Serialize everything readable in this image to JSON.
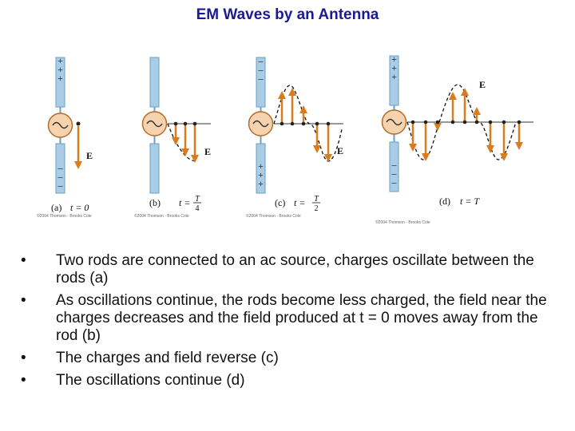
{
  "title": "EM Waves by an Antenna",
  "panels": [
    {
      "letter": "(a)",
      "time_expr": "t = 0",
      "credit": "©2004 Thomson - Brooks Cole",
      "top_signs": [
        "+",
        "+",
        "+"
      ],
      "bottom_signs": [
        "–",
        "–",
        "–"
      ],
      "field_label": "E"
    },
    {
      "letter": "(b)",
      "time_prefix": "t =",
      "frac_num": "T",
      "frac_den": "4",
      "credit": "©2004 Thomson - Brooks Cole",
      "field_label": "E"
    },
    {
      "letter": "(c)",
      "time_prefix": "t =",
      "frac_num": "T",
      "frac_den": "2",
      "credit": "©2004 Thomson - Brooks Cole",
      "top_signs": [
        "–",
        "–",
        "–"
      ],
      "bottom_signs": [
        "+",
        "+",
        "+"
      ],
      "field_label": "E"
    },
    {
      "letter": "(d)",
      "time_expr": "t = T",
      "credit": "©2004 Thomson - Brooks Cole",
      "top_signs": [
        "+",
        "+",
        "+"
      ],
      "bottom_signs": [
        "–",
        "–",
        "–"
      ],
      "field_label": "E"
    }
  ],
  "bullets": [
    {
      "marker": "•",
      "text": "Two rods are connected to an ac source, charges oscillate between the rods (a)"
    },
    {
      "marker": "•",
      "text": "As oscillations continue, the rods become less charged, the field near the charges decreases and the field produced at t = 0 moves away from the rod (b)"
    },
    {
      "marker": "•",
      "text": "The charges and field reverse (c)"
    },
    {
      "marker": "•",
      "text": "The oscillations continue (d)"
    }
  ],
  "colors": {
    "title": "#1a1a99",
    "rod_fill": "#a9cde6",
    "rod_stroke": "#6b9fc4",
    "source_fill": "#f6d3ae",
    "source_stroke": "#b26b2c",
    "arrow": "#d97c1f",
    "wave": "#111111"
  }
}
